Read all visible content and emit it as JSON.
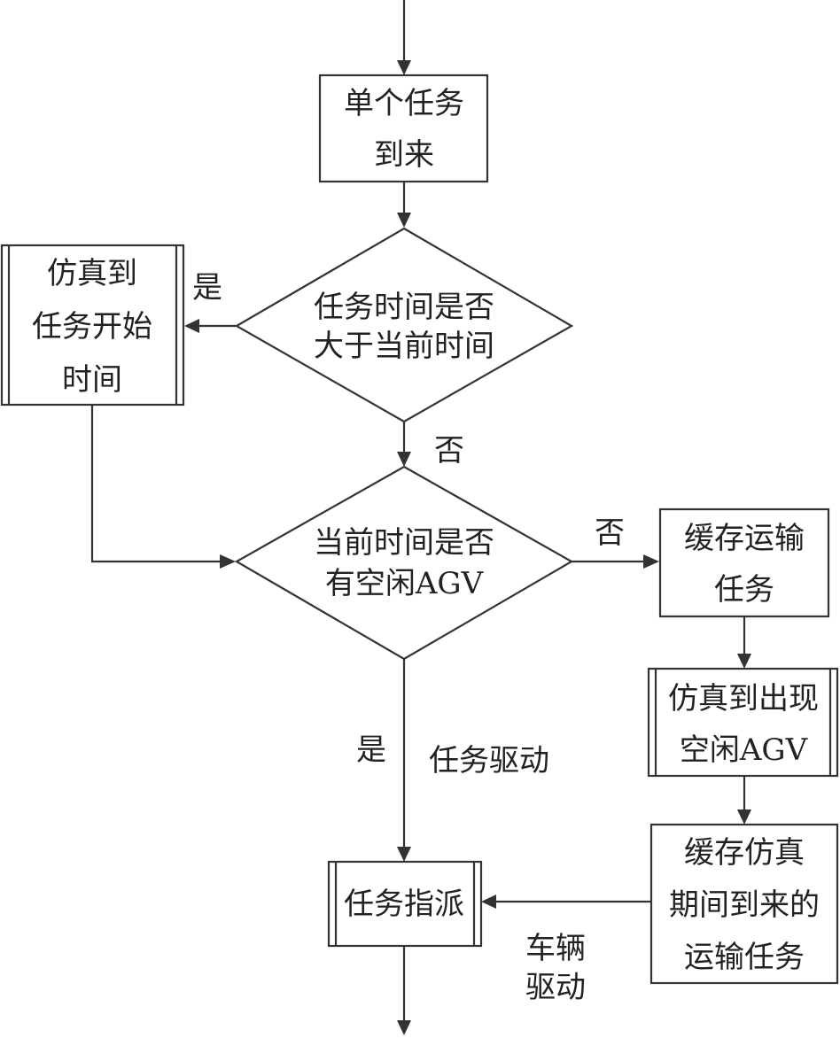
{
  "nodes": {
    "task_arrival": [
      "单个任务",
      "到来"
    ],
    "time_check": [
      "任务时间是否",
      "大于当前时间"
    ],
    "sim_to_start": [
      "仿真到",
      "任务开始",
      "时间"
    ],
    "agv_check": [
      "当前时间是否",
      "有空闲AGV"
    ],
    "cache_task": [
      "缓存运输",
      "任务"
    ],
    "sim_to_idle": [
      "仿真到出现",
      "空闲AGV"
    ],
    "cache_arrivals": [
      "缓存仿真",
      "期间到来的",
      "运输任务"
    ],
    "task_dispatch": [
      "任务指派"
    ]
  },
  "edge_labels": {
    "yes_to_sim_start": "是",
    "no_to_agv_check": "否",
    "no_to_cache": "否",
    "yes_to_dispatch": "是",
    "task_driven": "任务驱动",
    "vehicle_driven": [
      "车辆",
      "驱动"
    ]
  }
}
